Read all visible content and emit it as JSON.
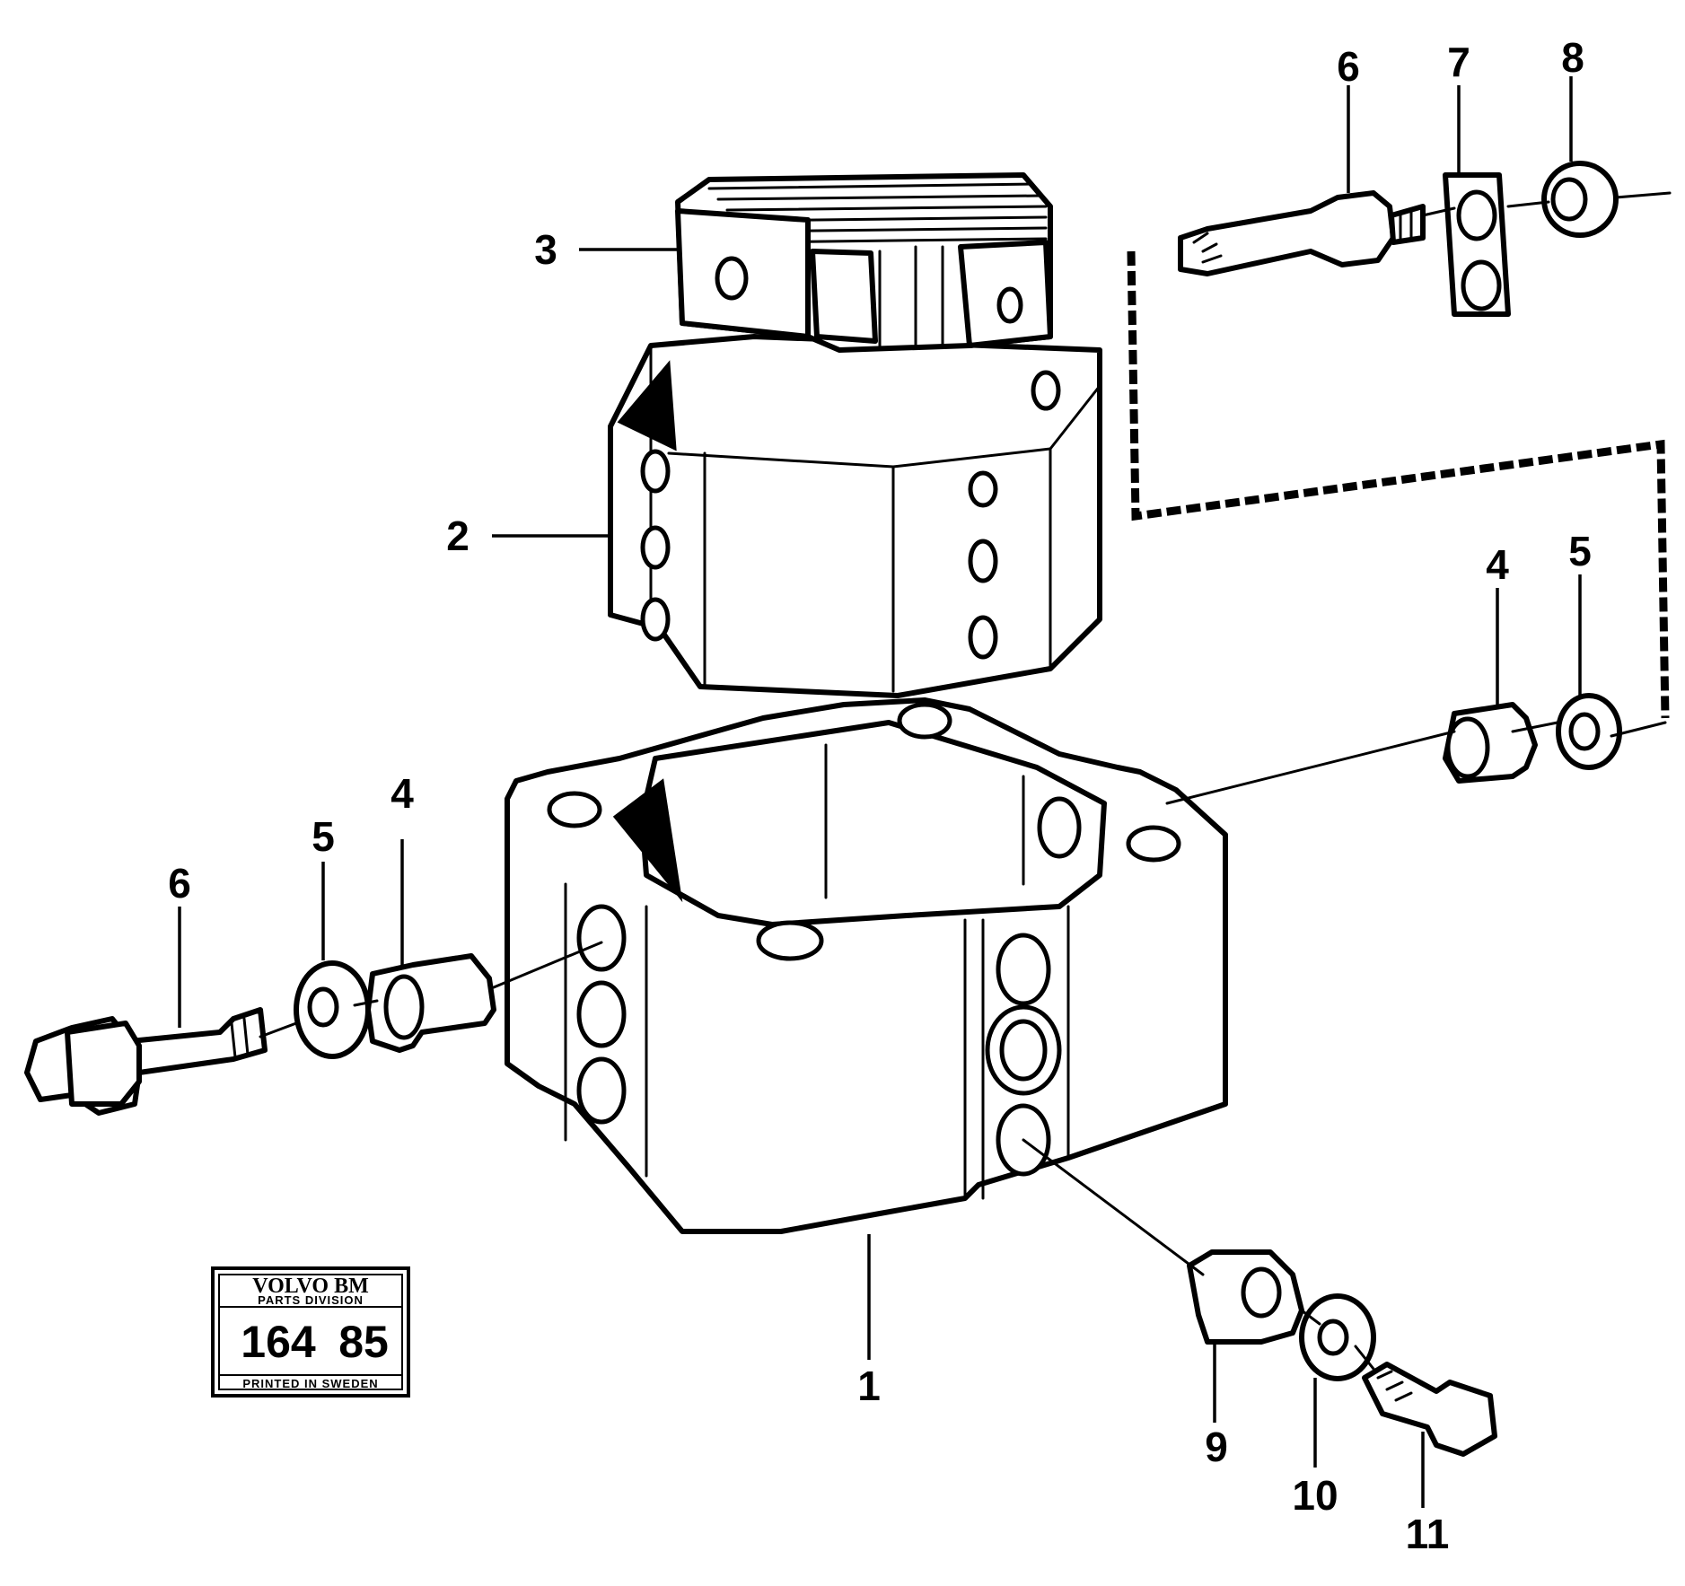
{
  "callouts": [
    {
      "id": "1",
      "label": "1"
    },
    {
      "id": "2",
      "label": "2"
    },
    {
      "id": "3",
      "label": "3"
    },
    {
      "id": "4a",
      "label": "4"
    },
    {
      "id": "5a",
      "label": "5"
    },
    {
      "id": "6a",
      "label": "6"
    },
    {
      "id": "7",
      "label": "7"
    },
    {
      "id": "8",
      "label": "8"
    },
    {
      "id": "4b",
      "label": "4"
    },
    {
      "id": "5b",
      "label": "5"
    },
    {
      "id": "6b",
      "label": "6"
    },
    {
      "id": "9",
      "label": "9"
    },
    {
      "id": "10",
      "label": "10"
    },
    {
      "id": "11",
      "label": "11"
    }
  ],
  "stamp": {
    "brand": "VOLVO BM",
    "division": "PARTS DIVISION",
    "number_left": "164",
    "number_right": "85",
    "footer": "PRINTED IN SWEDEN"
  }
}
